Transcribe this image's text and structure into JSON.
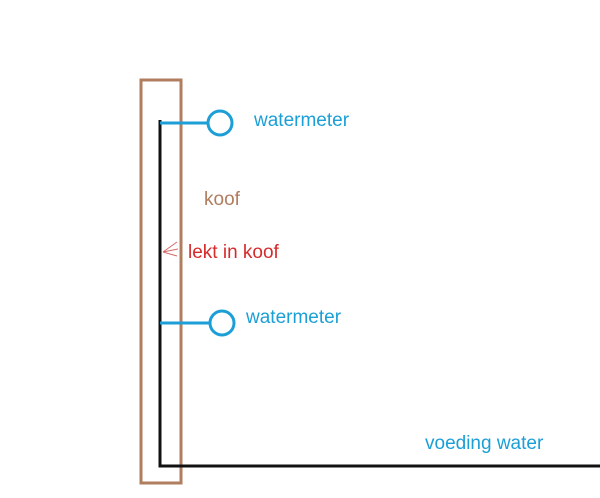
{
  "labels": {
    "meter_top": "watermeter",
    "enclosure": "koof",
    "leak": "lekt in koof",
    "meter_bottom": "watermeter",
    "supply": "voeding water"
  },
  "colors": {
    "enclosure": "#b07d5e",
    "pipe_main": "#111111",
    "pipe_branch": "#1b9fd6",
    "meter": "#1b9fd6",
    "leak_text": "#d62b2b",
    "leak_arrow": "#d46a6a",
    "label_blue": "#1b9fd6",
    "label_brown": "#b07d5e"
  }
}
